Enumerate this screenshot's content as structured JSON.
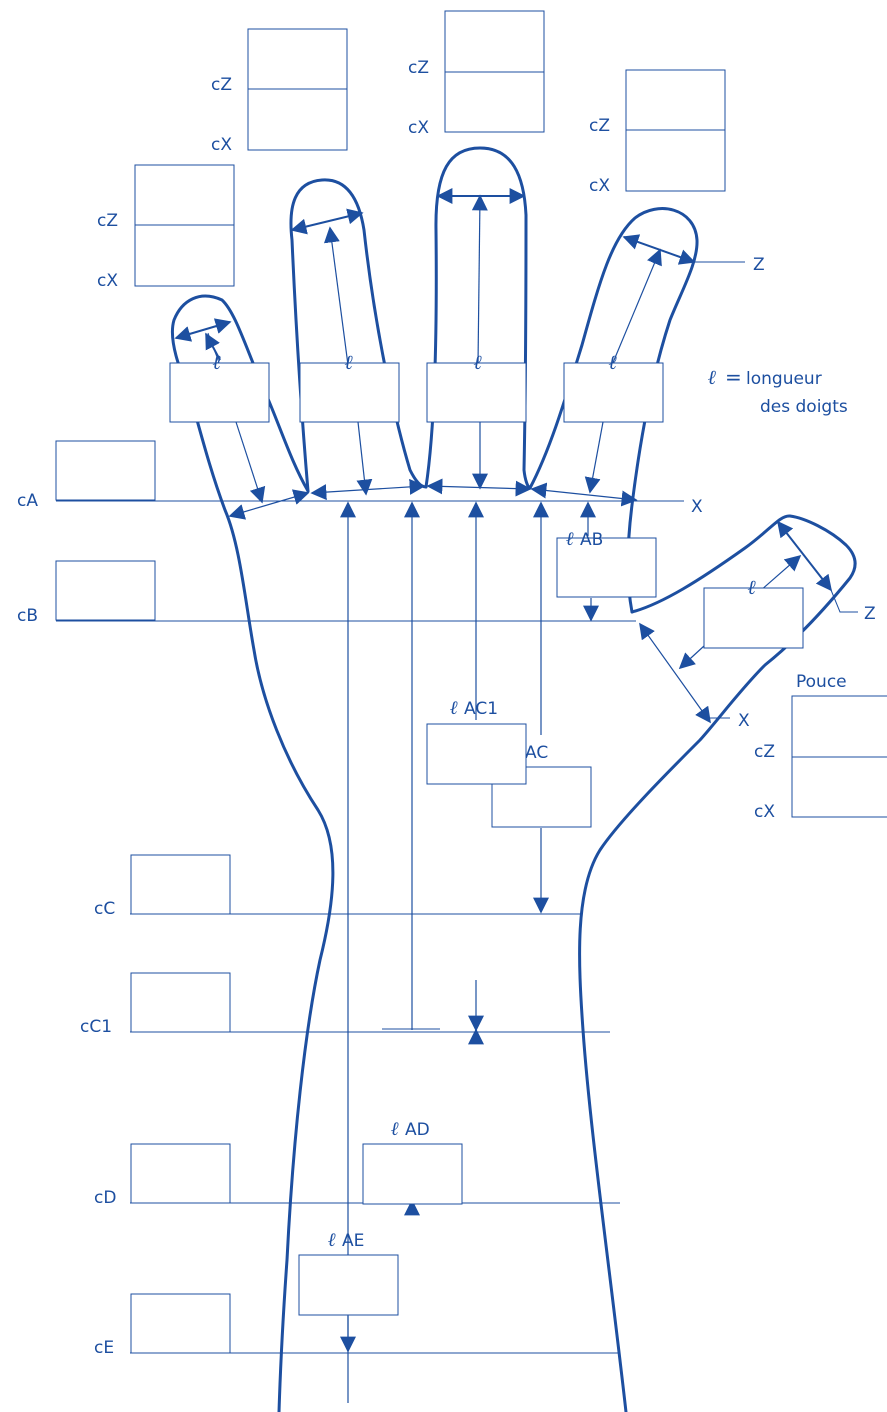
{
  "colors": {
    "primary": "#1d4fa0",
    "background": "#ffffff"
  },
  "legend": {
    "symbol": "ℓ",
    "equals": "=",
    "line1": "longueur",
    "line2": "des doigts"
  },
  "finger_boxes": {
    "z_label": "cZ",
    "x_label": "cX"
  },
  "finger_length_symbol": "ℓ",
  "axis_labels": {
    "z": "Z",
    "x": "X"
  },
  "thumb": {
    "title": "Pouce",
    "z_label": "cZ",
    "x_label": "cX"
  },
  "circumference_labels": {
    "cA": "cA",
    "cB": "cB",
    "cC": "cC",
    "cC1": "cC1",
    "cD": "cD",
    "cE": "cE"
  },
  "length_labels": {
    "AB": "AB",
    "AC": "AC",
    "AC1": "AC1",
    "AD": "AD",
    "AE": "AE"
  }
}
